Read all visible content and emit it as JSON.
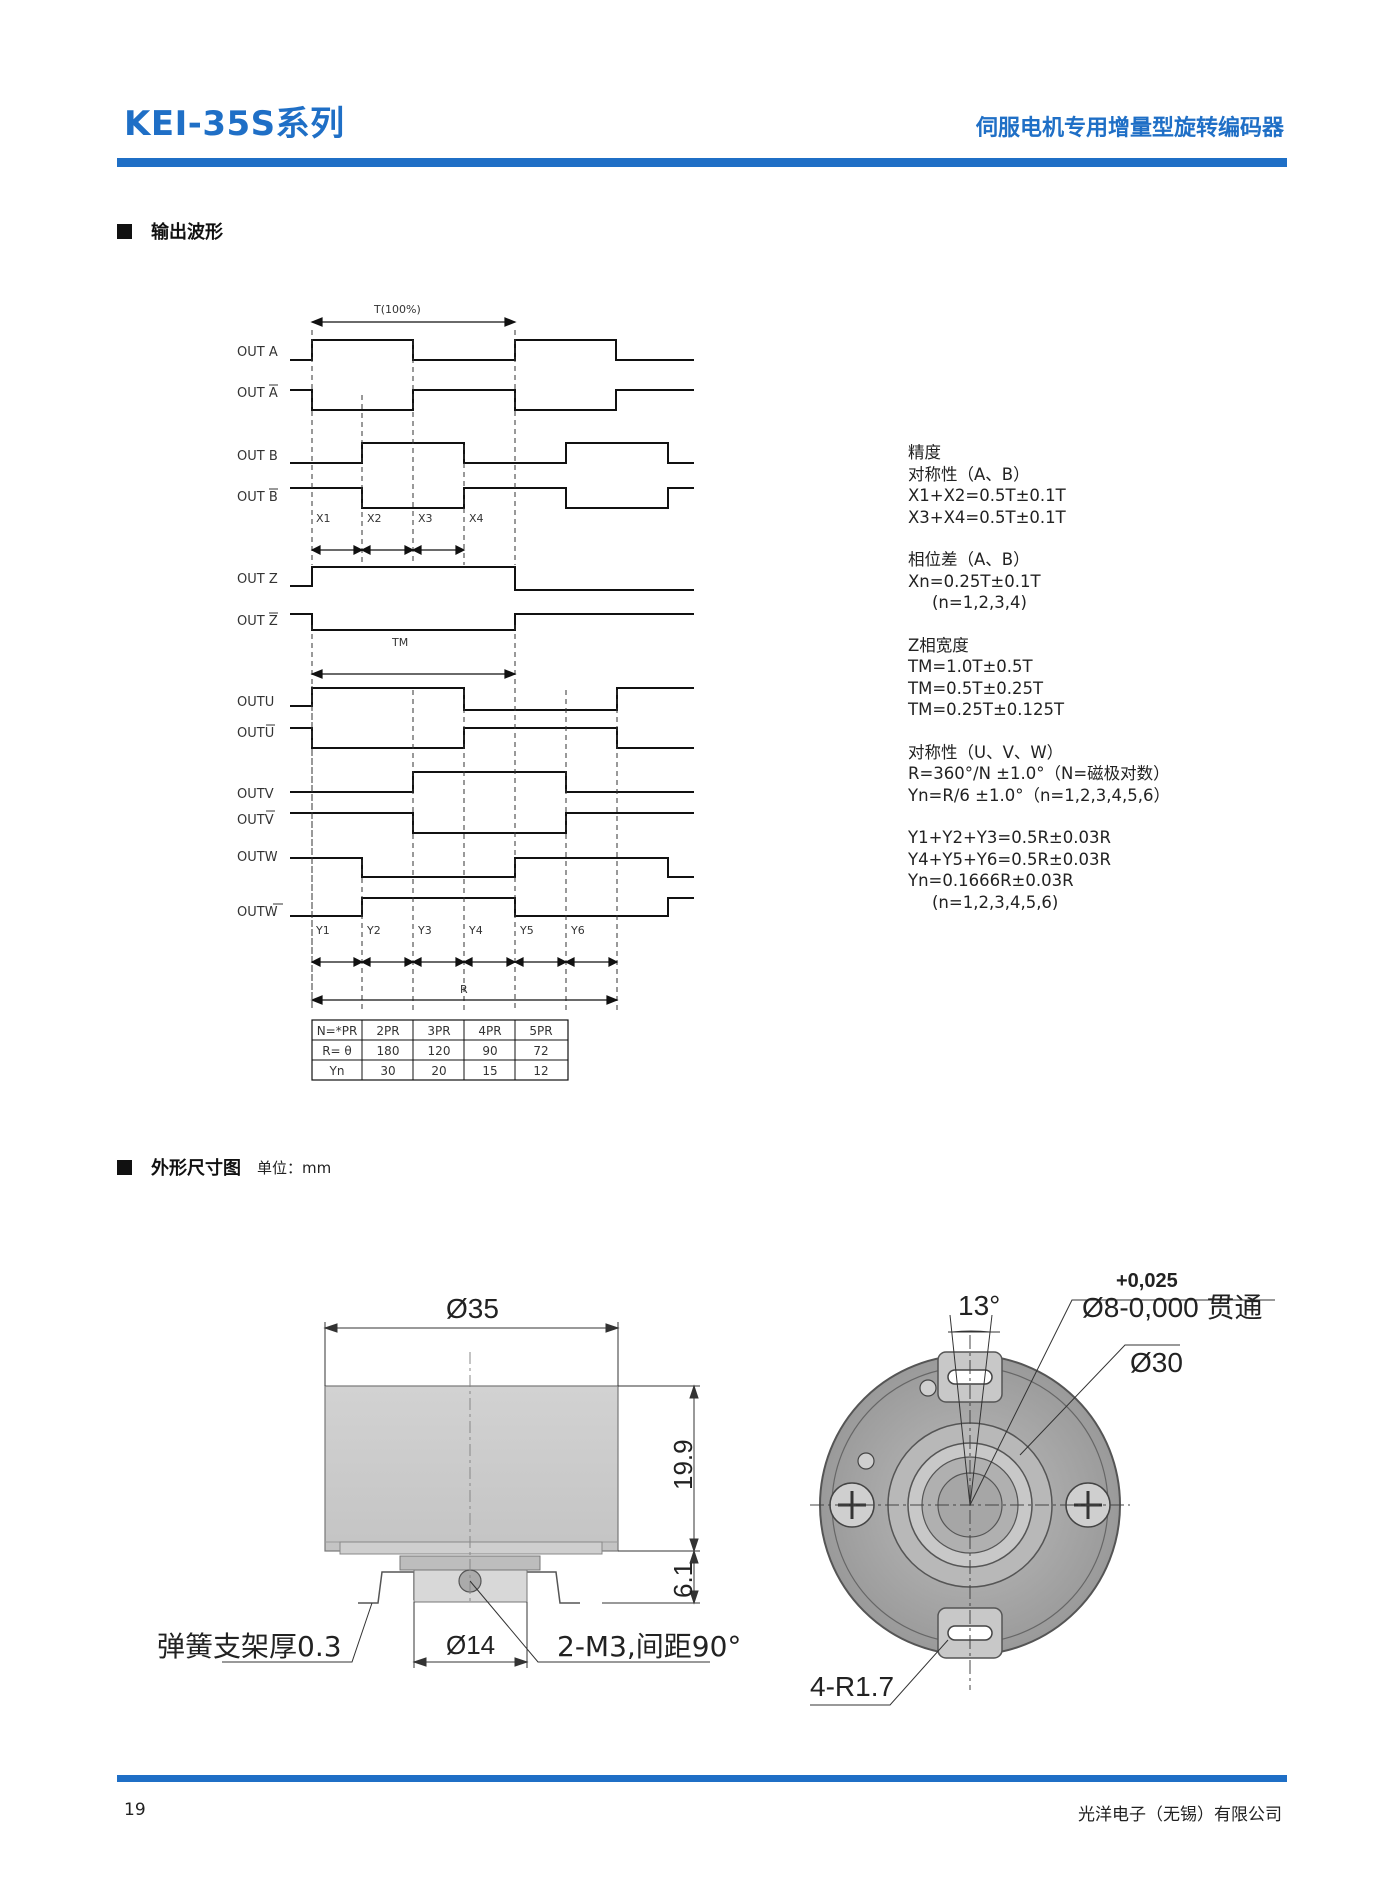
{
  "header": {
    "title": "KEI-35S系列",
    "subtitle": "伺服电机专用增量型旋转编码器"
  },
  "sections": {
    "waveform": "输出波形",
    "dimensions": "外形尺寸图",
    "dimensions_unit": "单位：mm"
  },
  "waveform": {
    "period_label": "T(100%)",
    "signal_labels": [
      "OUT A",
      "OUT A",
      "OUT B",
      "OUT B",
      "OUT Z",
      "OUT Z",
      "OUTU",
      "OUTU",
      "OUTV",
      "OUTV",
      "OUTW",
      "OUTW"
    ],
    "x_labels": [
      "X1",
      "X2",
      "X3",
      "X4"
    ],
    "tm_label": "TM",
    "y_labels": [
      "Y1",
      "Y2",
      "Y3",
      "Y4",
      "Y5",
      "Y6"
    ],
    "r_label": "R",
    "table": {
      "header": [
        "N=*PR",
        "2PR",
        "3PR",
        "4PR",
        "5PR"
      ],
      "rows": [
        [
          "R= θ",
          "180",
          "120",
          "90",
          "72"
        ],
        [
          "Yn",
          "30",
          "20",
          "15",
          "12"
        ]
      ]
    }
  },
  "specs": {
    "title": "精度",
    "ab_symmetry": [
      "对称性（A、B）",
      "X1+X2=0.5T±0.1T",
      "X3+X4=0.5T±0.1T"
    ],
    "ab_phase": [
      "相位差（A、B）",
      "Xn=0.25T±0.1T",
      "(n=1,2,3,4)"
    ],
    "z_width": [
      "Z相宽度",
      "TM=1.0T±0.5T",
      "TM=0.5T±0.25T",
      "TM=0.25T±0.125T"
    ],
    "uvw_symmetry": [
      "对称性（U、V、W）",
      "R=360°/N ±1.0°（N=磁极对数）",
      "Yn=R/6 ±1.0°（n=1,2,3,4,5,6）"
    ],
    "y_sums": [
      "Y1+Y2+Y3=0.5R±0.03R",
      "Y4+Y5+Y6=0.5R±0.03R",
      "Yn=0.1666R±0.03R",
      "(n=1,2,3,4,5,6)"
    ]
  },
  "drawing": {
    "side": {
      "dia_35": "Ø35",
      "height_19_9": "19.9",
      "height_6_1": "6.1",
      "dia_14": "Ø14",
      "spring": "弹簧支架厚0.3",
      "screws": "2-M3,间距90°"
    },
    "front": {
      "angle": "13°",
      "tol": "+0,025",
      "bore": "Ø8-0,000 贯通",
      "dia_30": "Ø30",
      "radius": "4-R1.7"
    }
  },
  "footer": {
    "page": "19",
    "company": "光洋电子（无锡）有限公司"
  }
}
